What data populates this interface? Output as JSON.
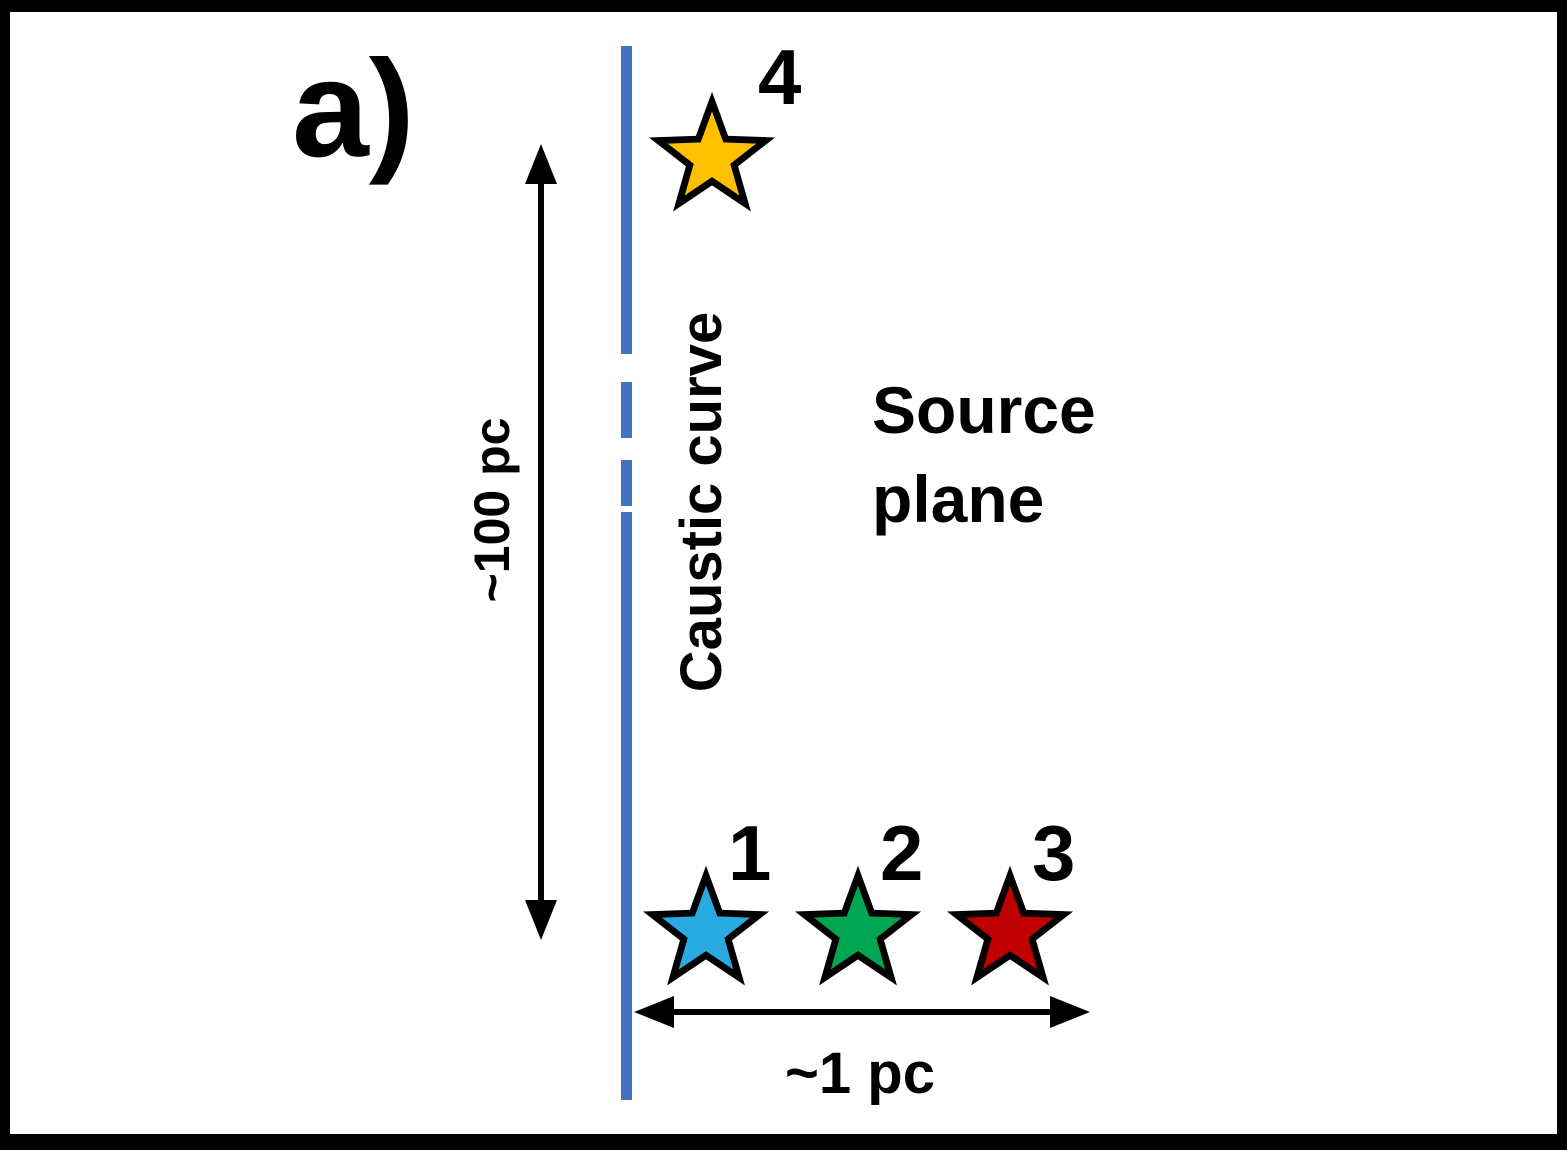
{
  "figure": {
    "panel_label": "a)",
    "source_plane_label": "Source\nplane",
    "caustic": {
      "label": "Caustic curve",
      "color": "#4472C4"
    },
    "scales": {
      "vertical": "~100 pc",
      "horizontal": "~1 pc"
    },
    "stars": [
      {
        "label": "1",
        "color": "#29ABE2"
      },
      {
        "label": "2",
        "color": "#00A651"
      },
      {
        "label": "3",
        "color": "#C00000"
      },
      {
        "label": "4",
        "color": "#FFC000"
      }
    ],
    "ink_color": "#000000",
    "background_color": "#FFFFFF",
    "frame_color": "#000000"
  }
}
